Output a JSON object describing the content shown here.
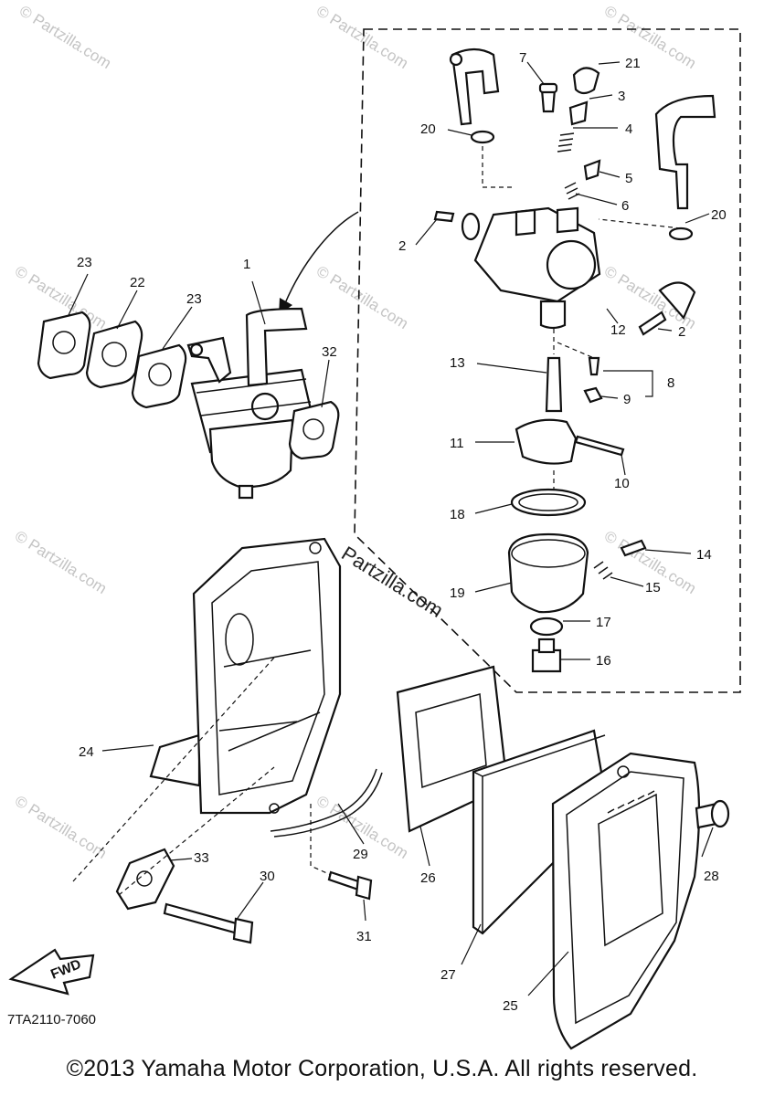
{
  "watermark": "© Partzilla.com",
  "watermark_center": "Partzilla.com",
  "diagram_code": "7TA2110-7060",
  "copyright": "©2013 Yamaha Motor Corporation, U.S.A. All rights reserved.",
  "fwd_label": "FWD",
  "callouts": {
    "c1": "1",
    "c2a": "2",
    "c2b": "2",
    "c3": "3",
    "c4": "4",
    "c5": "5",
    "c6": "6",
    "c7": "7",
    "c8": "8",
    "c9": "9",
    "c10": "10",
    "c11": "11",
    "c12": "12",
    "c13": "13",
    "c14": "14",
    "c15": "15",
    "c16": "16",
    "c17": "17",
    "c18": "18",
    "c19": "19",
    "c20a": "20",
    "c20b": "20",
    "c21": "21",
    "c22": "22",
    "c23a": "23",
    "c23b": "23",
    "c24": "24",
    "c25": "25",
    "c26": "26",
    "c27": "27",
    "c28": "28",
    "c29": "29",
    "c30": "30",
    "c31": "31",
    "c32": "32",
    "c33": "33"
  }
}
